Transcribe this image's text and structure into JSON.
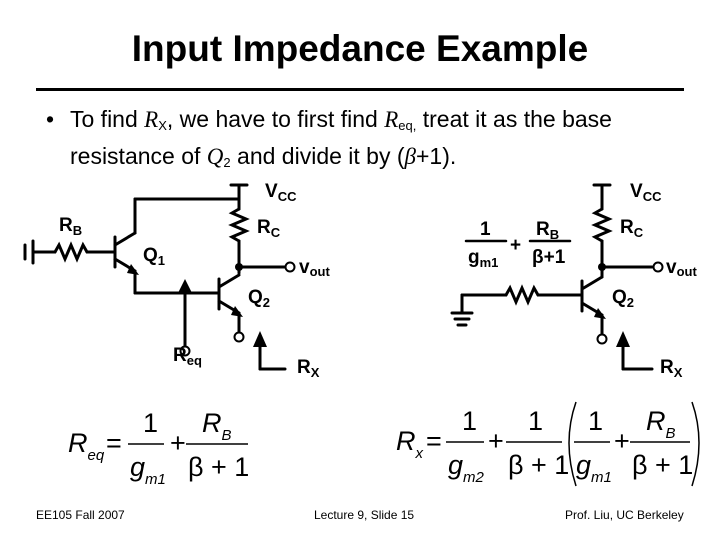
{
  "slide": {
    "title": "Input Impedance Example",
    "bullet": {
      "p1": "To find ",
      "rx": "R",
      "rx_sub": "X",
      "p2": ", we have to first find ",
      "req": "R",
      "req_sub": "eq,",
      "p3": " treat it as the base resistance of ",
      "q": "Q",
      "q_sub": "2",
      "p4": " and divide it by (",
      "beta": "β",
      "p5": "+1)."
    },
    "footer": {
      "left": "EE105 Fall 2007",
      "center": "Lecture 9, Slide 15",
      "right": "Prof. Liu, UC Berkeley"
    }
  },
  "left_circuit": {
    "vcc": "V",
    "vcc_sub": "CC",
    "rb": "R",
    "rb_sub": "B",
    "rc": "R",
    "rc_sub": "C",
    "q1": "Q",
    "q1_sub": "1",
    "q2": "Q",
    "q2_sub": "2",
    "vout": "v",
    "vout_sub": "out",
    "req": "R",
    "req_sub": "eq",
    "rx": "R",
    "rx_sub": "X"
  },
  "right_circuit": {
    "vcc": "V",
    "vcc_sub": "CC",
    "rc": "R",
    "rc_sub": "C",
    "q2": "Q",
    "q2_sub": "2",
    "vout": "v",
    "vout_sub": "out",
    "rx": "R",
    "rx_sub": "X",
    "one": "1",
    "gm1": "g",
    "gm1_sub": "m1",
    "plus": "+",
    "rb": "R",
    "rb_sub": "B",
    "beta1": "β+1"
  },
  "equation_left": {
    "lhs": "R",
    "lhs_sub": "eq",
    "eq": "=",
    "one": "1",
    "gm": "g",
    "gm_sub": "m1",
    "plus": "+",
    "rb": "R",
    "rb_sub": "B",
    "beta1": "β + 1"
  },
  "equation_right": {
    "lhs": "R",
    "lhs_sub": "x",
    "eq": "=",
    "one_a": "1",
    "gm2": "g",
    "gm2_sub": "m2",
    "plus_a": "+",
    "one_b": "1",
    "beta1_a": "β + 1",
    "one_c": "1",
    "gm1": "g",
    "gm1_sub": "m1",
    "plus_b": "+",
    "rb": "R",
    "rb_sub": "B",
    "beta1_b": "β + 1"
  }
}
